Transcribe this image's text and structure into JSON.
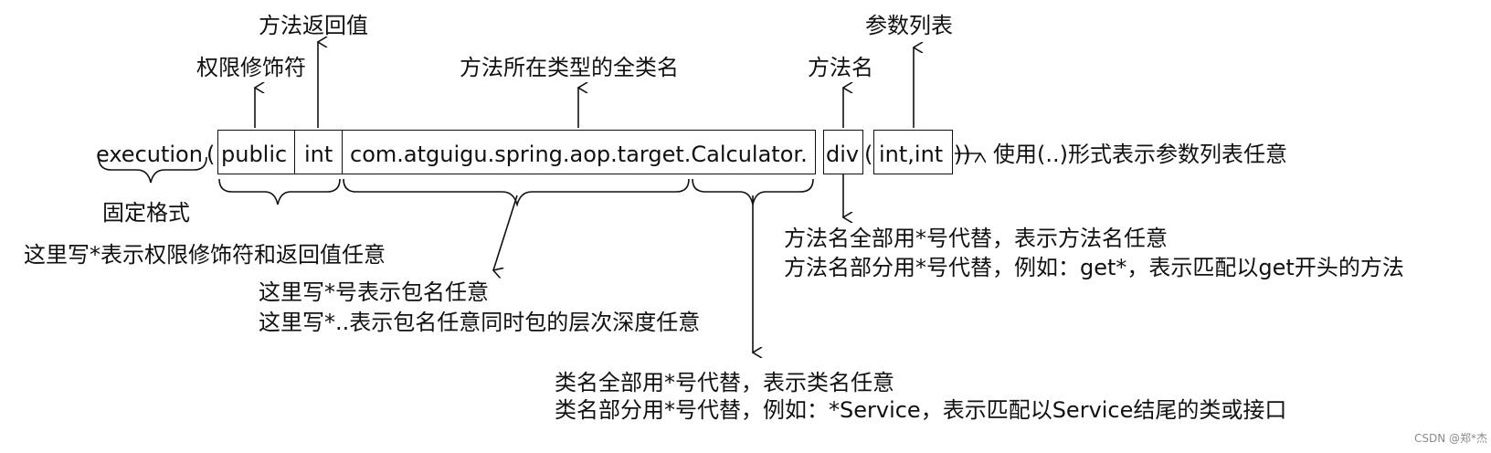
{
  "expression": {
    "prefix": "execution",
    "open_paren": "(",
    "modifier": "public",
    "return_type": "int",
    "class_name": "com.atguigu.spring.aop.target.Calculator.",
    "method": "div",
    "params_open": "(",
    "params": "int,int",
    "close_parens": "))"
  },
  "top_labels": {
    "return_value": "方法返回值",
    "modifier": "权限修饰符",
    "full_class_name": "方法所在类型的全类名",
    "method_name": "方法名",
    "param_list": "参数列表"
  },
  "notes": {
    "fixed_format": "固定格式",
    "params_any": "使用(..)形式表示参数列表任意",
    "modifier_return_any": "这里写*表示权限修饰符和返回值任意",
    "package_any_1": "这里写*号表示包名任意",
    "package_any_2": "这里写*..表示包名任意同时包的层次深度任意",
    "method_any_1": "方法名全部用*号代替，表示方法名任意",
    "method_any_2": "方法名部分用*号代替，例如：get*，表示匹配以get开头的方法",
    "class_any_1": "类名全部用*号代替，表示类名任意",
    "class_any_2": "类名部分用*号代替，例如：*Service，表示匹配以Service结尾的类或接口"
  },
  "watermark": "CSDN @郑*杰"
}
